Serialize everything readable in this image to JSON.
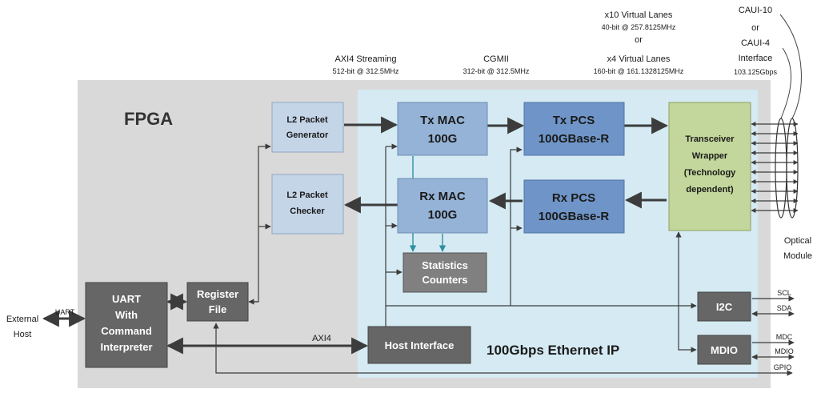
{
  "fpga_label": "FPGA",
  "ip_label": "100Gbps Ethernet IP",
  "external": {
    "host_line1": "External",
    "host_line2": "Host",
    "uart_label": "UART"
  },
  "blocks": {
    "uart": [
      "UART",
      "With",
      "Command",
      "Interpreter"
    ],
    "register_file": [
      "Register",
      "File"
    ],
    "l2_generator": [
      "L2 Packet",
      "Generator"
    ],
    "l2_checker": [
      "L2 Packet",
      "Checker"
    ],
    "tx_mac": [
      "Tx MAC",
      "100G"
    ],
    "rx_mac": [
      "Rx MAC",
      "100G"
    ],
    "tx_pcs": [
      "Tx PCS",
      "100GBase-R"
    ],
    "rx_pcs": [
      "Rx PCS",
      "100GBase-R"
    ],
    "transceiver": [
      "Transceiver",
      "Wrapper",
      "(Technology",
      "dependent)"
    ],
    "stats": [
      "Statistics",
      "Counters"
    ],
    "host_interface": "Host Interface",
    "i2c": "I2C",
    "mdio": "MDIO"
  },
  "buses": {
    "axi4s_title": "AXI4 Streaming",
    "axi4s_sub": "512-bit @ 312.5MHz",
    "cgmii_title": "CGMII",
    "cgmii_sub": "312-bit @ 312.5MHz",
    "vl10_title": "x10 Virtual Lanes",
    "vl10_sub": "40-bit @ 257.8125MHz",
    "or1": "or",
    "vl4_title": "x4 Virtual Lanes",
    "vl4_sub": "160-bit @ 161.1328125MHz",
    "caui10": "CAUI-10",
    "or2": "or",
    "caui4": "CAUI-4",
    "interface": "Interface",
    "rate": "103.125Gbps",
    "axi4": "AXI4"
  },
  "optical": [
    "Optical",
    "Module"
  ],
  "signals": {
    "scl": "SCL",
    "sda": "SDA",
    "mdc": "MDC",
    "mdio": "MDIO",
    "gpio": "GPIO"
  },
  "colors": {
    "fpga_bg": "#d9d9d9",
    "ip_bg": "#d5eaf3",
    "l2_block": "#c5d5e8",
    "mac_block": "#95b3d7",
    "pcs_block": "#6f95c8",
    "transceiver": "#c3d69b",
    "dark_block": "#666666",
    "arrow": "#4a4a4a",
    "teal": "#2f8fa0"
  }
}
